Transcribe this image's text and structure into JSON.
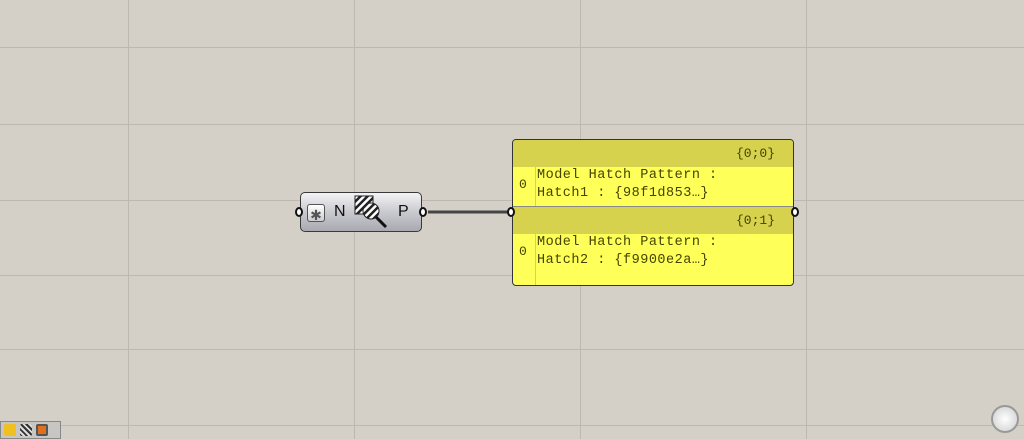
{
  "component": {
    "input_label": "N",
    "output_label": "P",
    "input_modifier_icon": "asterisk-icon",
    "component_icon": "hatch-pattern-search-icon"
  },
  "panel": {
    "branches": [
      {
        "path": "{0;0}",
        "index": "0",
        "line1": "Model Hatch Pattern :",
        "line2": "Hatch1 : {98f1d853…}"
      },
      {
        "path": "{0;1}",
        "index": "0",
        "line1": "Model Hatch Pattern :",
        "line2": "Hatch2 : {f9900e2a…}"
      }
    ],
    "color": "#ffff5a"
  },
  "canvas": {
    "background": "#d4d0c8"
  },
  "tray": {
    "icons": [
      "grasshopper-icon",
      "hatch-search-icon",
      "orange-square-icon"
    ]
  },
  "navigator": {
    "icon": "compass-icon"
  }
}
